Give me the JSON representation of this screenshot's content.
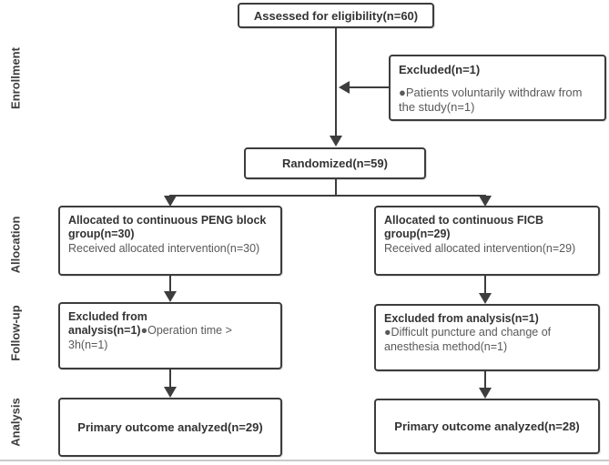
{
  "diagram": {
    "type": "consort-flow",
    "stage_labels": [
      {
        "id": "enrollment",
        "label": "Enrollment"
      },
      {
        "id": "allocation",
        "label": "Allocation"
      },
      {
        "id": "followup",
        "label": "Follow-up"
      },
      {
        "id": "analysis",
        "label": "Analysis"
      }
    ],
    "boxes": {
      "assessed": {
        "title": "Assessed for eligibility(n=60)"
      },
      "excluded_enrollment": {
        "title": "Excluded(n=1)",
        "body": "●Patients voluntarily withdraw from the study(n=1)"
      },
      "randomized": {
        "title": "Randomized(n=59)"
      },
      "alloc_peng": {
        "title": "Allocated to continuous PENG block group(n=30)",
        "body": "Received allocated intervention(n=30)"
      },
      "alloc_ficb": {
        "title": "Allocated to continuous FICB group(n=29)",
        "body": "Received allocated intervention(n=29)"
      },
      "excluded_peng": {
        "title": "Excluded from analysis(n=1)",
        "body": "●Operation time > 3h(n=1)"
      },
      "excluded_ficb": {
        "title": "Excluded from analysis(n=1)",
        "body": "●Difficult puncture and change of anesthesia method(n=1)"
      },
      "outcome_peng": {
        "title": "Primary outcome analyzed(n=29)"
      },
      "outcome_ficb": {
        "title": "Primary outcome analyzed(n=28)"
      }
    },
    "counts": {
      "assessed": 60,
      "excluded_enrollment": 1,
      "randomized": 59,
      "alloc_peng": 30,
      "alloc_ficb": 29,
      "excluded_peng": 1,
      "excluded_ficb": 1,
      "analyzed_peng": 29,
      "analyzed_ficb": 28
    },
    "colors": {
      "line": "#3d3d3d",
      "title_text": "#333333",
      "body_text": "#595959",
      "background": "#ffffff",
      "bottom_rule": "#c9c9c9"
    }
  }
}
